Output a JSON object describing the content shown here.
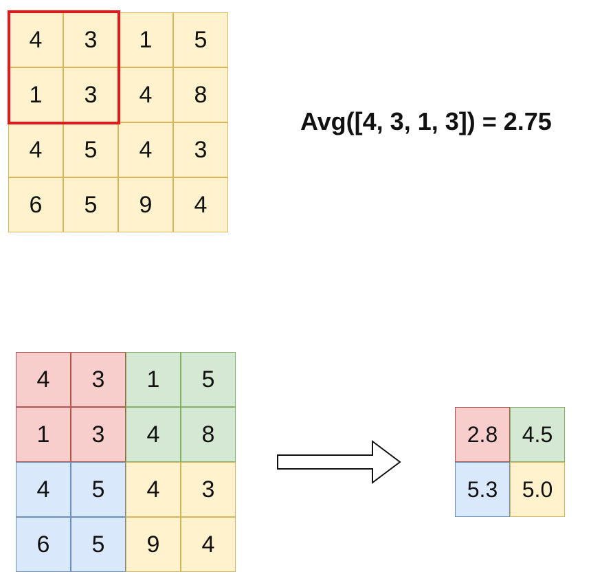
{
  "input_matrix": [
    [
      4,
      3,
      1,
      5
    ],
    [
      1,
      3,
      4,
      8
    ],
    [
      4,
      5,
      4,
      3
    ],
    [
      6,
      5,
      9,
      4
    ]
  ],
  "formula": "Avg([4, 3, 1, 3]) = 2.75",
  "output_matrix": [
    [
      "2.8",
      "4.5"
    ],
    [
      "5.3",
      "5.0"
    ]
  ],
  "colors": {
    "default_fill": "#fff2cc",
    "default_border": "#d6b656",
    "red_fill": "#f8cecc",
    "red_border": "#b85450",
    "green_fill": "#d5e8d4",
    "green_border": "#82b366",
    "blue_fill": "#dae8fc",
    "blue_border": "#6c8ebf",
    "highlight": "#e8161b"
  }
}
